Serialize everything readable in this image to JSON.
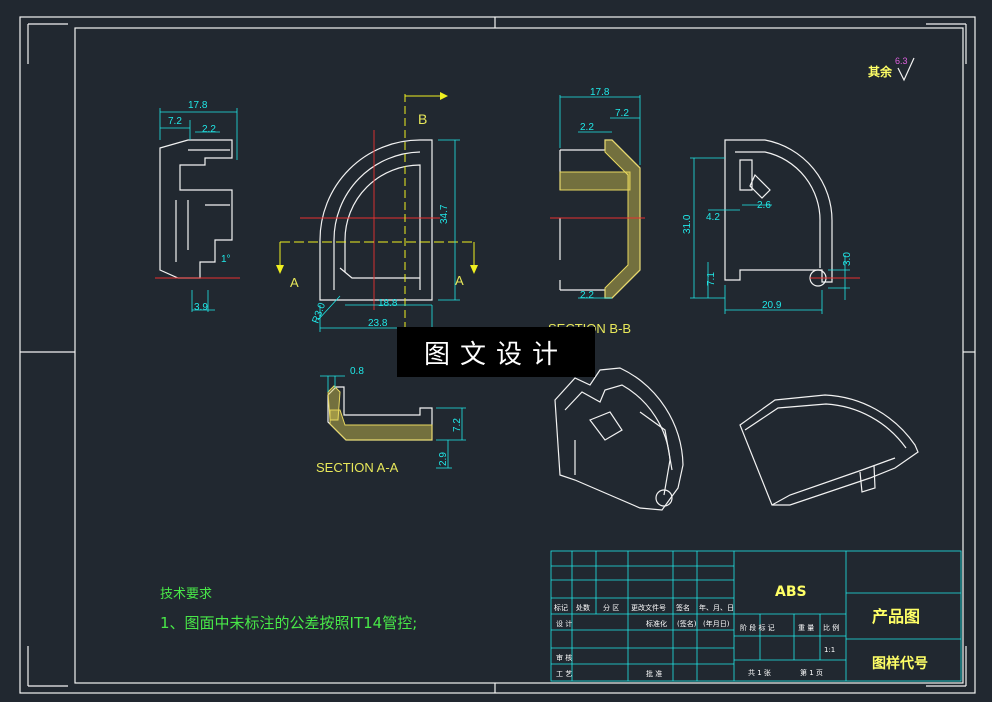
{
  "views": {
    "left_dims": {
      "d1": "17.8",
      "d2": "7.2",
      "d3": "2.2",
      "d4": "1°",
      "d5": "3.9"
    },
    "front_dims": {
      "d1": "34.7",
      "d2": "18.8",
      "d3": "23.8",
      "d4": "R3.0"
    },
    "front_labels": {
      "b": "B",
      "a_left": "A",
      "a_right": "A"
    },
    "section_b_dims": {
      "d1": "17.8",
      "d2": "7.2",
      "d3": "2.2",
      "d4": "2.2"
    },
    "section_b_title": "SECTION B-B",
    "right_dims": {
      "d1": "2.6",
      "d2": "4.2",
      "d3": "31.0",
      "d4": "7.1",
      "d5": "20.9",
      "d6": "3.0"
    },
    "section_a_dims": {
      "d1": "0.8",
      "d2": "7.2",
      "d3": "2.9"
    },
    "section_a_title": "SECTION A-A"
  },
  "roughness": {
    "label": "其余",
    "value": "6.3"
  },
  "notes": {
    "heading": "技术要求",
    "line1": "1、图面中未标注的公差按照IT14管控;"
  },
  "title_block": {
    "material": "ABS",
    "product": "产品图",
    "drawing_no": "图样代号",
    "scale": "1:1",
    "row_labels": [
      "标记",
      "处数",
      "分 区",
      "更改文件号",
      "签名",
      "年、月、日"
    ],
    "design": "设 计",
    "standard": "标准化",
    "sign": "(签名)",
    "date": "(年月日)",
    "review": "审 核",
    "process": "工 艺",
    "approve": "批 准",
    "stage_cols": [
      "阶 段 标 记",
      "重 量",
      "比 例"
    ],
    "total": "共 1 张",
    "sheet": "第 1 页"
  },
  "watermark": "图文设计"
}
